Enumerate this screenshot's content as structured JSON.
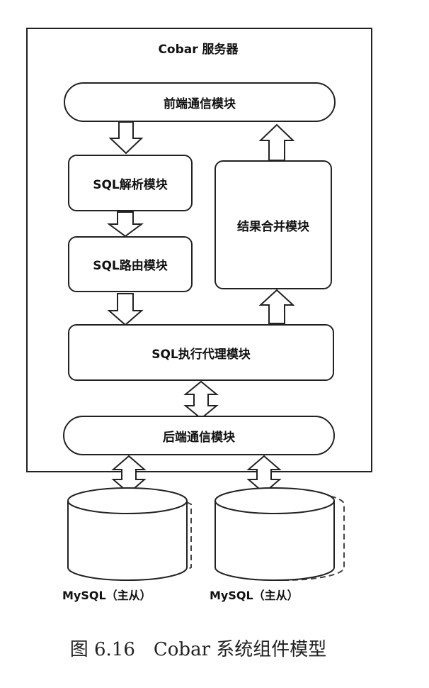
{
  "diagram": {
    "server_title": "Cobar 服务器",
    "modules": {
      "frontend_comm": "前端通信模块",
      "sql_parse": "SQL解析模块",
      "sql_route": "SQL路由模块",
      "result_merge": "结果合并模块",
      "sql_exec_proxy": "SQL执行代理模块",
      "backend_comm": "后端通信模块"
    },
    "databases": [
      {
        "label": "MySQL（主从）"
      },
      {
        "label": "MySQL（主从）"
      }
    ]
  },
  "caption": "图 6.16　Cobar 系统组件模型"
}
